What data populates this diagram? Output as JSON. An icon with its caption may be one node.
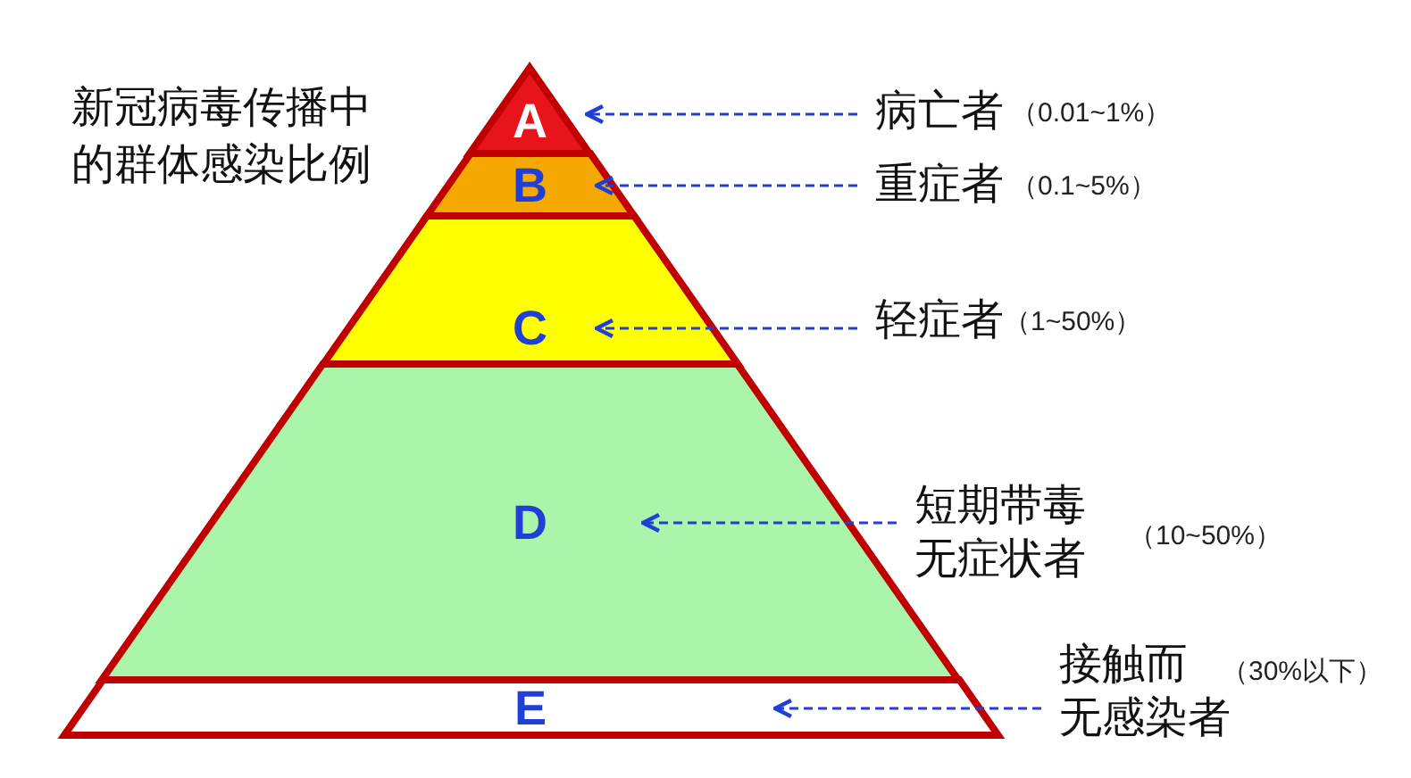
{
  "diagram": {
    "title": "新冠病毒传播中的群体感染比例",
    "nodes": [
      {
        "text": [
          "A"
        ]
      },
      {
        "text": [
          "B"
        ]
      },
      {
        "text": [
          "C"
        ]
      },
      {
        "text": [
          "D"
        ]
      },
      {
        "text": [
          "E"
        ]
      },
      {
        "text": [
          "病亡者"
        ],
        "beside": [
          "（0.01~1%）"
        ]
      },
      {
        "text": [
          "重症者"
        ],
        "beside": [
          "（0.1~5%）"
        ]
      },
      {
        "text": [
          "轻症者"
        ],
        "beside": [
          "（1~50%）"
        ]
      },
      {
        "text": [
          "短期带毒无症状者"
        ],
        "beside": [
          "（10~50%）"
        ]
      },
      {
        "text": [
          "接触而无感染者"
        ],
        "beside": [
          "（30%以下）"
        ]
      }
    ],
    "edges": [
      {
        "from": 5,
        "to": 0,
        "arrow": "to",
        "style": "dashed"
      },
      {
        "from": 6,
        "to": 1,
        "arrow": "to",
        "style": "dashed"
      },
      {
        "from": 7,
        "to": 2,
        "arrow": "to",
        "style": "dashed"
      },
      {
        "from": 8,
        "to": 3,
        "arrow": "to",
        "style": "dashed"
      },
      {
        "from": 9,
        "to": 4,
        "arrow": "to",
        "style": "dashed"
      }
    ]
  }
}
